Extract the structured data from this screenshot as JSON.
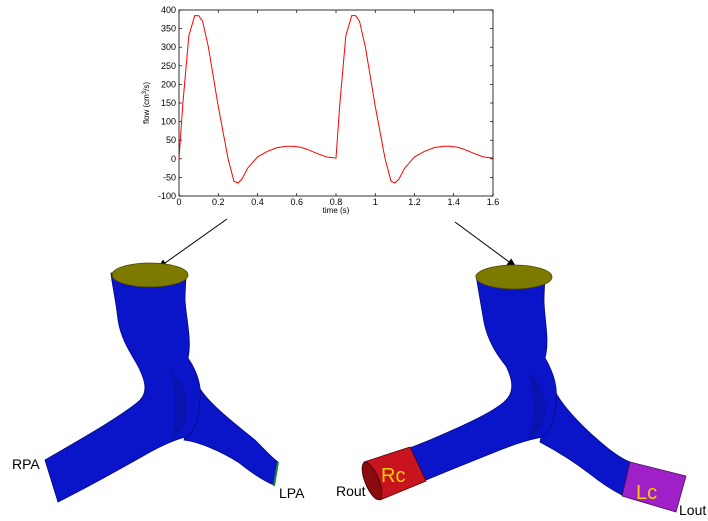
{
  "chart_data": {
    "type": "line",
    "title": "",
    "xlabel": "time (s)",
    "ylabel": "flow (cm³/s)",
    "ylabel_parts": {
      "pre": "flow (cm",
      "sup": "3",
      "post": "/s)"
    },
    "xlim": [
      0,
      1.6
    ],
    "ylim": [
      -100,
      400
    ],
    "xticks": [
      0,
      0.2,
      0.4,
      0.6,
      0.8,
      1,
      1.2,
      1.4,
      1.6
    ],
    "yticks": [
      -100,
      -50,
      0,
      50,
      100,
      150,
      200,
      250,
      300,
      350,
      400
    ],
    "grid": false,
    "series": [
      {
        "color": "#ff0000",
        "x": [
          0,
          0.02,
          0.05,
          0.08,
          0.1,
          0.12,
          0.15,
          0.2,
          0.25,
          0.28,
          0.3,
          0.32,
          0.35,
          0.4,
          0.45,
          0.5,
          0.55,
          0.58,
          0.62,
          0.65,
          0.7,
          0.75,
          0.8,
          0.82,
          0.85,
          0.88,
          0.9,
          0.92,
          0.95,
          1.0,
          1.05,
          1.08,
          1.1,
          1.12,
          1.15,
          1.2,
          1.25,
          1.3,
          1.35,
          1.38,
          1.42,
          1.45,
          1.5,
          1.55,
          1.6
        ],
        "y": [
          0,
          150,
          330,
          385,
          385,
          370,
          300,
          140,
          0,
          -60,
          -65,
          -55,
          -25,
          5,
          20,
          30,
          34,
          34,
          31,
          26,
          15,
          5,
          2,
          150,
          330,
          385,
          385,
          370,
          300,
          140,
          0,
          -60,
          -65,
          -55,
          -25,
          5,
          20,
          30,
          34,
          34,
          31,
          26,
          15,
          5,
          2
        ]
      }
    ]
  },
  "annotations": {
    "left_model": {
      "label_rpa": "RPA",
      "label_lpa": "LPA"
    },
    "right_model": {
      "label_rout": "Rout",
      "label_lout": "Lout",
      "label_rc": "Rc",
      "label_lc": "Lc"
    }
  },
  "colors": {
    "vessel": "#0a14c8",
    "inlet_cap": "#7e7a00",
    "rc_cap": "#c8141e",
    "lc_cap": "#a020c8",
    "cap_label": "#f5d000",
    "curve": "#ff0000"
  }
}
